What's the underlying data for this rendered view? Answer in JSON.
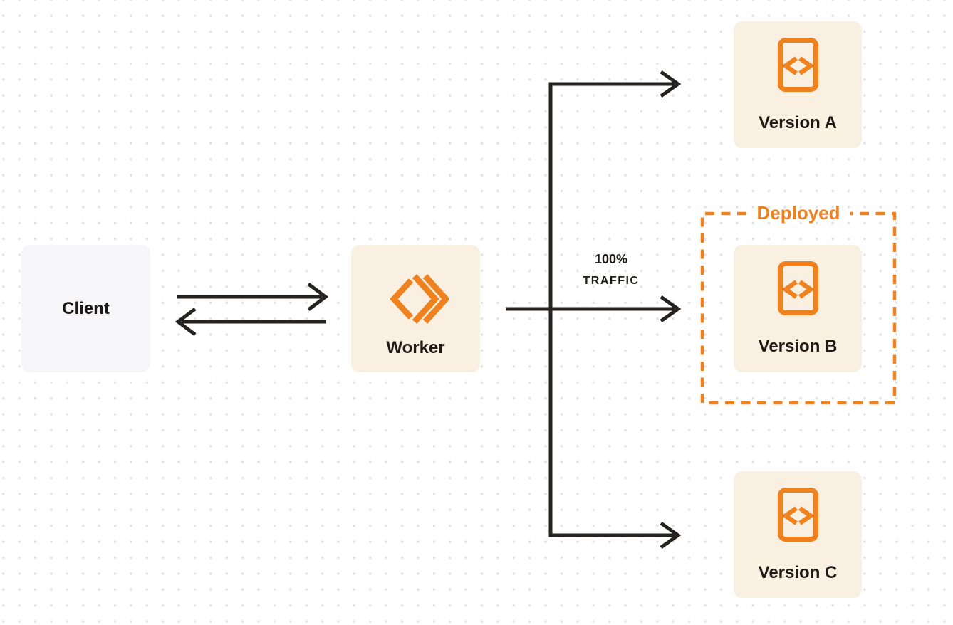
{
  "colors": {
    "accent_orange": "#F0811F",
    "node_cream": "#FAF0E1",
    "client_gray": "#F6F6F8",
    "line_dark": "#26221F",
    "label_dark": "#1E1A16",
    "dot_gray": "#E3E3E6",
    "background": "#FFFFFF"
  },
  "nodes": {
    "client": {
      "label": "Client"
    },
    "worker": {
      "label": "Worker",
      "icon": "workers-logo-icon"
    },
    "version_a": {
      "label": "Version A",
      "icon": "code-file-icon"
    },
    "version_b": {
      "label": "Version B",
      "icon": "code-file-icon"
    },
    "version_c": {
      "label": "Version C",
      "icon": "code-file-icon"
    }
  },
  "annotations": {
    "deployed_label": "Deployed",
    "traffic_line1": "100%",
    "traffic_line2": "TRAFFIC"
  },
  "edges": [
    {
      "from": "client",
      "to": "worker",
      "style": "double-arrow"
    },
    {
      "from": "worker",
      "to": "version_a",
      "style": "arrow"
    },
    {
      "from": "worker",
      "to": "version_b",
      "style": "arrow",
      "label": "100% TRAFFIC"
    },
    {
      "from": "worker",
      "to": "version_c",
      "style": "arrow"
    }
  ]
}
